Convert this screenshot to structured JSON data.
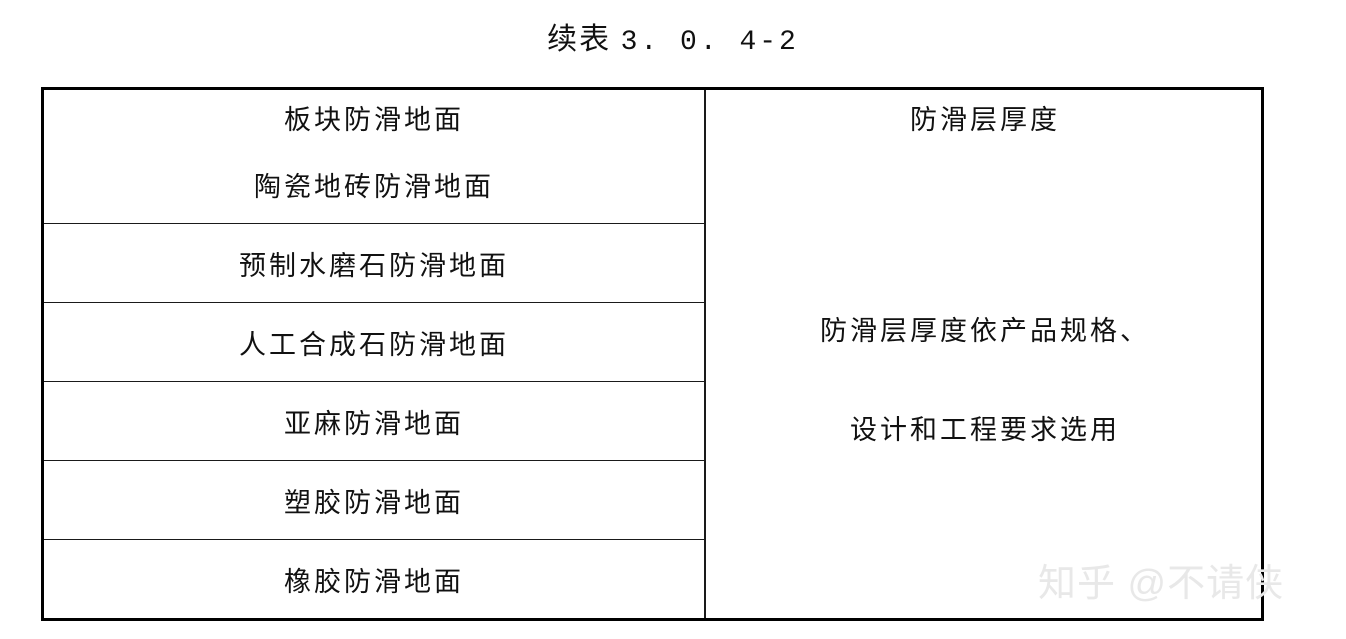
{
  "page": {
    "title_prefix": "续表",
    "title_number": "3. 0. 4-2",
    "title_full": "续表 3.0.4-2",
    "background_color": "#ffffff",
    "text_color": "#111111",
    "border_color": "#000000"
  },
  "table": {
    "headers": {
      "left": "板块防滑地面",
      "right": "防滑层厚度"
    },
    "rows": [
      {
        "floor_type": "陶瓷地砖防滑地面"
      },
      {
        "floor_type": "预制水磨石防滑地面"
      },
      {
        "floor_type": "人工合成石防滑地面"
      },
      {
        "floor_type": "亚麻防滑地面"
      },
      {
        "floor_type": "塑胶防滑地面"
      },
      {
        "floor_type": "橡胶防滑地面"
      }
    ],
    "merged_cell": {
      "line1": "防滑层厚度依产品规格、",
      "line2": "设计和工程要求选用",
      "rowspan": 6
    }
  },
  "watermark": {
    "text": "知乎 @不请侠",
    "color": "#e8e8e8"
  }
}
